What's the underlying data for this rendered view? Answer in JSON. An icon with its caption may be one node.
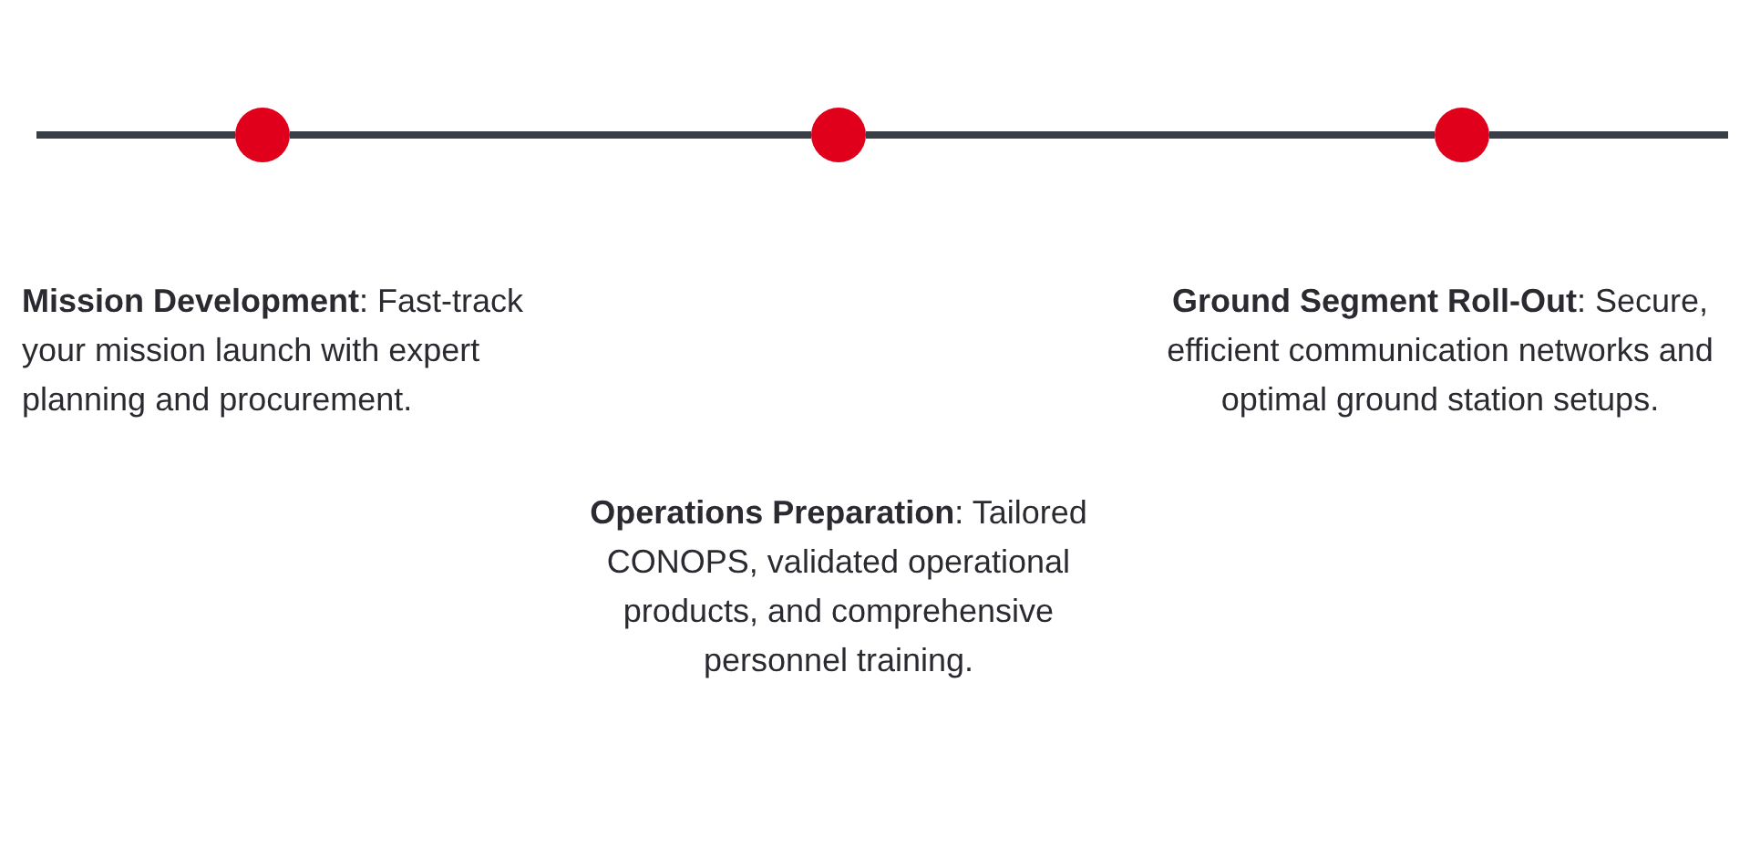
{
  "diagram": {
    "nodes": [
      {
        "text": [],
        "shape": "circle"
      },
      {
        "text": [],
        "shape": "circle"
      },
      {
        "text": [],
        "shape": "circle"
      }
    ],
    "edges": [
      {
        "from": 0,
        "to": 1,
        "arrow": "none"
      },
      {
        "from": 1,
        "to": 2,
        "arrow": "none"
      }
    ],
    "labels": [
      "**Mission Development**: Fast-track your mission launch with expert planning and procurement.",
      "**Ground Segment Roll-Out**: Secure, efficient communication networks and optimal ground station setups.",
      "**Operations Preparation**: Tailored CONOPS, validated operational products, and comprehensive personnel training."
    ]
  }
}
